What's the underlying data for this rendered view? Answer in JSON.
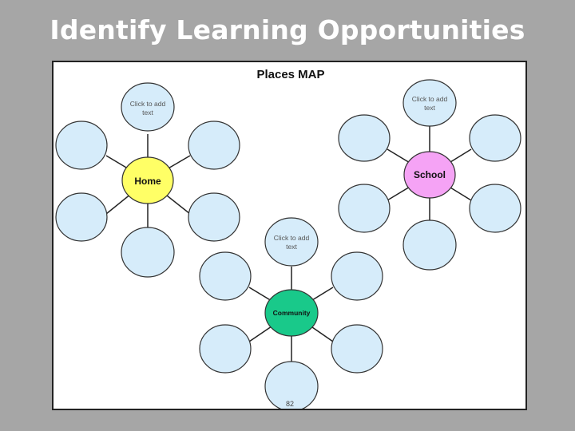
{
  "slide": {
    "title": "Identify Learning Opportunities"
  },
  "map": {
    "title": "Places MAP",
    "page_number": "82",
    "colors": {
      "bubble_fill": "#d6ecfa",
      "bubble_stroke": "#333333",
      "home_fill": "#ffff66",
      "school_fill": "#f5a3f5",
      "community_fill": "#19c98a"
    },
    "clusters": [
      {
        "id": "home",
        "label": "Home",
        "placeholder_line1": "Click to add",
        "placeholder_line2": "text",
        "color_key": "home_fill",
        "spokes": 6
      },
      {
        "id": "school",
        "label": "School",
        "placeholder_line1": "Click to add",
        "placeholder_line2": "text",
        "color_key": "school_fill",
        "spokes": 6
      },
      {
        "id": "community",
        "label": "Community",
        "placeholder_line1": "Click to add",
        "placeholder_line2": "text",
        "color_key": "community_fill",
        "spokes": 6
      }
    ]
  }
}
